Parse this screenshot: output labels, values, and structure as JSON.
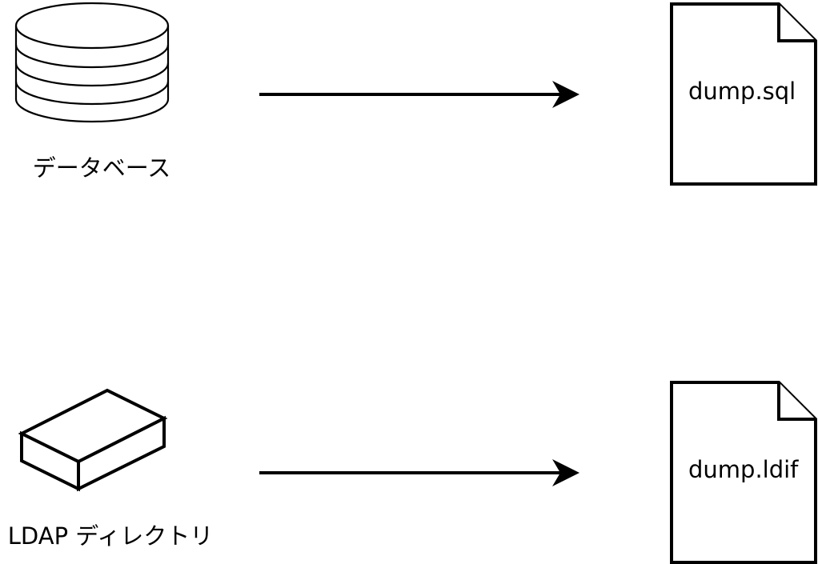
{
  "nodes": {
    "database": {
      "label": "データベース",
      "icon": "database-icon"
    },
    "ldap": {
      "label": "LDAP ディレクトリ",
      "icon": "ldap-box-icon"
    },
    "sql_file": {
      "label": "dump.sql",
      "icon": "document-icon"
    },
    "ldif_file": {
      "label": "dump.ldif",
      "icon": "document-icon"
    }
  },
  "edges": [
    {
      "from": "database",
      "to": "sql_file"
    },
    {
      "from": "ldap",
      "to": "ldif_file"
    }
  ],
  "colors": {
    "stroke": "#000000",
    "background": "#ffffff"
  }
}
